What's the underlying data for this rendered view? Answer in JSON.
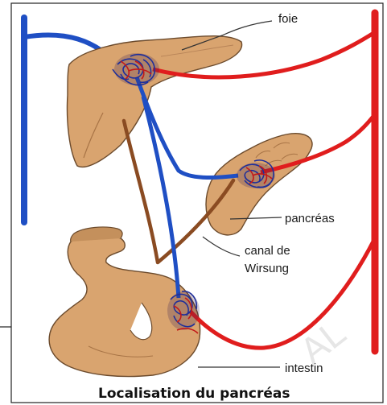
{
  "labels": {
    "foie": "foie",
    "pancreas": "pancréas",
    "canal_line1": "canal de",
    "canal_line2": "Wirsung",
    "intestin": "intestin"
  },
  "caption": "Localisation du pancréas",
  "watermark": "AL",
  "colors": {
    "organ": "#d9a46f",
    "organ_edge": "#6b4a2c",
    "vein": "#1f4fc4",
    "artery": "#e01d1d",
    "duct": "#8a4b22",
    "frame": "#222222"
  }
}
